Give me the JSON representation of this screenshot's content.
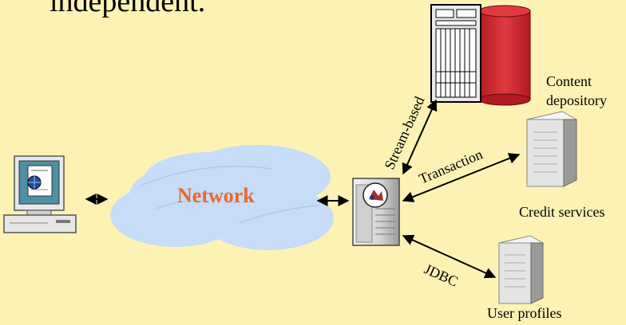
{
  "heading": "independent.",
  "nodes": {
    "network": "Network",
    "content": [
      "Content",
      "depository"
    ],
    "credit": "Credit services",
    "user_profiles": "User profiles"
  },
  "connections": {
    "stream": "Stream-based",
    "transaction": "Transaction",
    "jdbc": "JDBC"
  },
  "colors": {
    "background": "#fdf2b4",
    "cloud": "#c6dcf7",
    "network_text": "#e8692a",
    "mainframe_side": "#d2242a"
  }
}
